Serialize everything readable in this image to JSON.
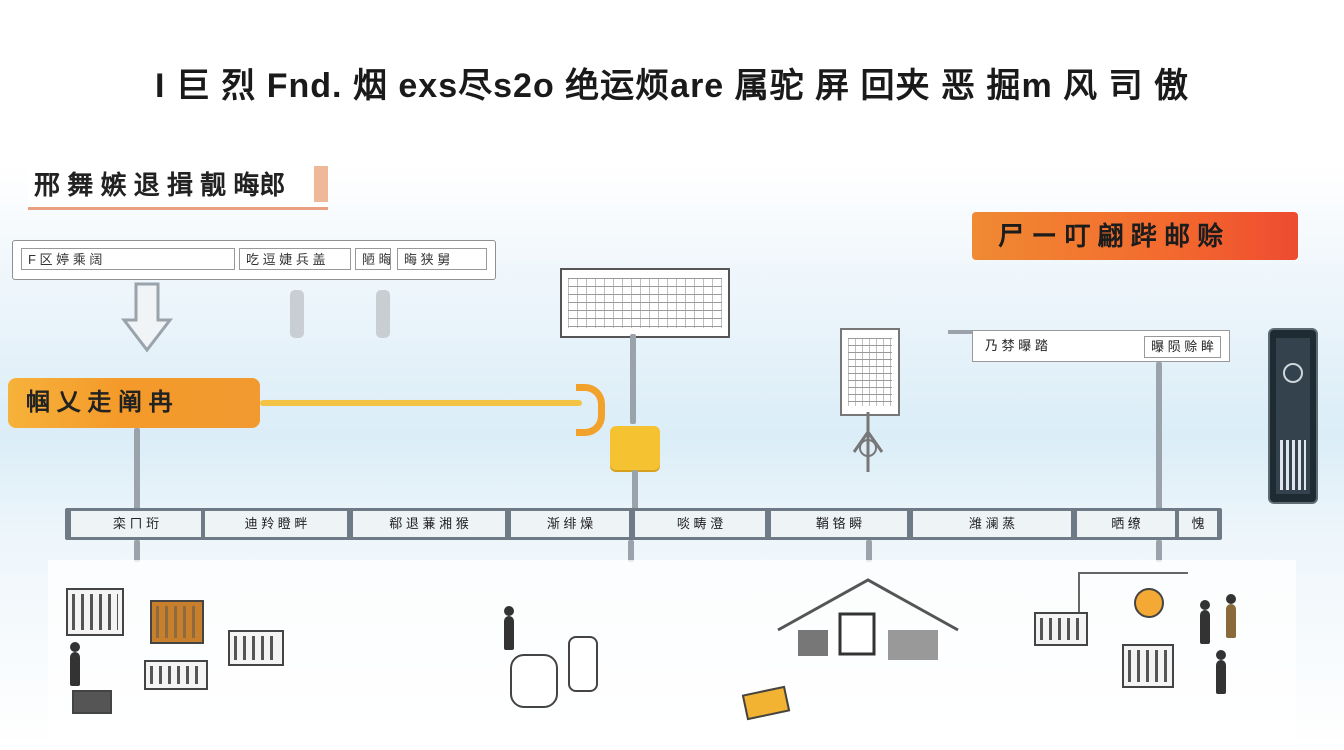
{
  "title": "I 巨 烈 Fnd. 烟 exs尽s2o 绝运烦are 属驼 屏 回夹 恶 掘m 风 司 傲",
  "subtitle": "邢 舞 嫉 退 揖 靓 晦郎",
  "top_box": {
    "cells": [
      "F 区 婷 乘 阔",
      "吃 逗 婕 兵 盖 ",
      "陋 晦 柴",
      "晦 狭 舅"
    ]
  },
  "orange_box": {
    "label": "尸 ー 叮 翩 跸 邮 赊"
  },
  "pill": {
    "label": "帼 乂 走 阐 冉 "
  },
  "timeline": {
    "segments": [
      "栾 ㄇ 珩",
      "迪 羚 瞪 畔",
      "郗 退 蒹 湘 猴",
      "渐 绯 燥",
      "啖 畴 澄",
      "鞘 铬 瞬",
      "潍 澜 蒸",
      "晒 缭 ",
      "愧"
    ]
  },
  "right_label": {
    "text": "乃 棼 曝 踏",
    "inner": "曝 陨 赊 眸"
  },
  "colors": {
    "accent_orange": "#f08a33",
    "accent_red": "#ee4b30",
    "accent_yellow": "#f5c332",
    "timeline_gray": "#6e7b86"
  },
  "icons": [
    "arrow-down-icon",
    "hook-connector-icon",
    "monitor-grid-icon",
    "server-tower-icon",
    "mobile-device-icon",
    "folder-icon",
    "person-icon",
    "building-icon",
    "printer-icon"
  ]
}
